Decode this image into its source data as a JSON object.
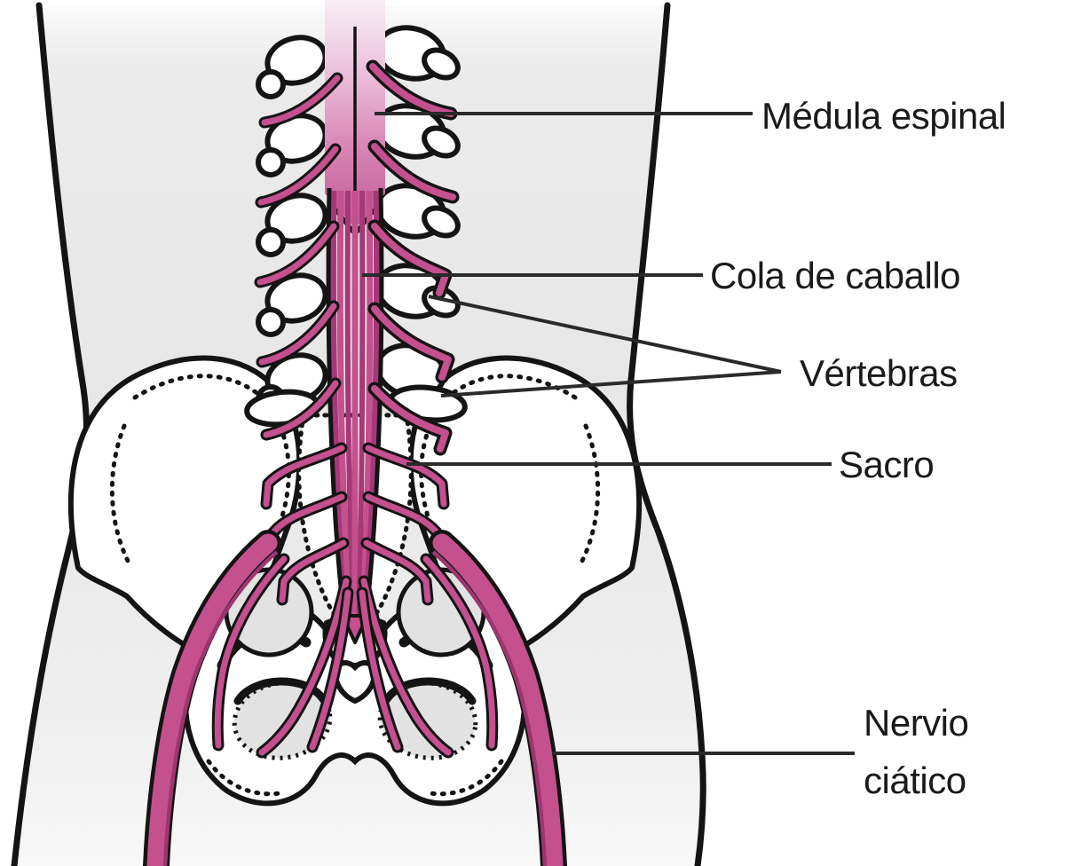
{
  "labels": {
    "medula": "Médula espinal",
    "cola": "Cola de caballo",
    "vertebras": "Vértebras",
    "sacro": "Sacro",
    "nervio": "Nervio ciático"
  },
  "colors": {
    "nerve": "#c4508e",
    "nerve_dark": "#a53878",
    "outline": "#141414",
    "body_fill": "#e8e8e8",
    "bone": "#ffffff",
    "foramen_fill": "#e2e2e2",
    "leader_line": "#2a2a2a",
    "label_text": "#1a1a1a"
  }
}
